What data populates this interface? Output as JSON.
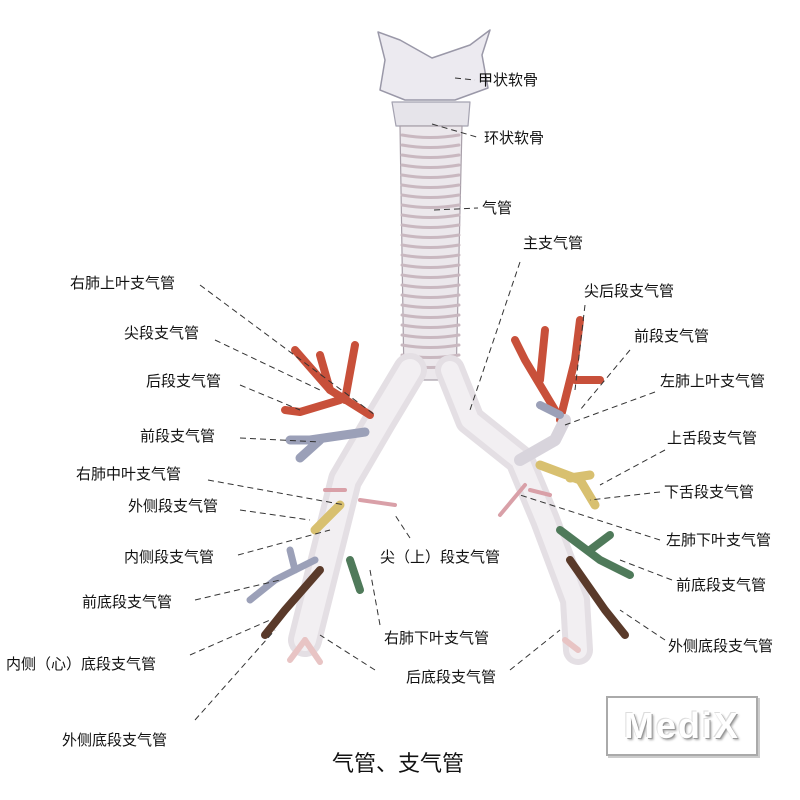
{
  "title": "气管、支气管",
  "watermark": "MediX",
  "colors": {
    "trachea": "#e8e4e6",
    "upper_lobe": "#c8503a",
    "lingula": "#d8c070",
    "anterior_basal": "#4f7a5a",
    "lateral_basal": "#5a3a2a",
    "pink": "#d9a0a8",
    "medial": "#9b9fb8"
  },
  "labels": {
    "thyroid_cartilage": "甲状软骨",
    "cricoid_cartilage": "环状软骨",
    "trachea": "气管",
    "main_bronchus": "主支气管",
    "left_apicoposterior": "尖后段支气管",
    "left_anterior": "前段支气管",
    "left_upper_lobe": "左肺上叶支气管",
    "superior_lingular": "上舌段支气管",
    "inferior_lingular": "下舌段支气管",
    "left_lower_lobe": "左肺下叶支气管",
    "left_anterior_basal": "前底段支气管",
    "left_lateral_basal": "外侧底段支气管",
    "right_upper_lobe": "右肺上叶支气管",
    "right_apical": "尖段支气管",
    "right_posterior": "后段支气管",
    "right_anterior": "前段支气管",
    "right_middle_lobe": "右肺中叶支气管",
    "right_lateral": "外侧段支气管",
    "superior_segment": "尖（上）段支气管",
    "right_medial": "内侧段支气管",
    "right_anterior_basal": "前底段支气管",
    "right_lower_lobe": "右肺下叶支气管",
    "medial_basal": "内侧（心）底段支气管",
    "posterior_basal": "后底段支气管",
    "right_lateral_basal": "外侧底段支气管"
  }
}
